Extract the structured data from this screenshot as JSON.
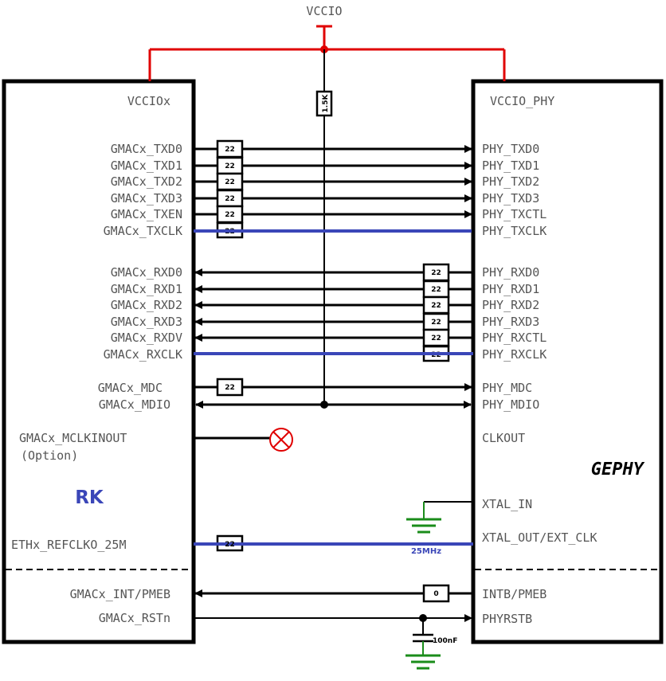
{
  "supply": {
    "label": "VCCIO"
  },
  "rk": {
    "power_label": "VCCIOx",
    "name": "RK",
    "tx_signals": [
      "GMACx_TXD0",
      "GMACx_TXD1",
      "GMACx_TXD2",
      "GMACx_TXD3",
      "GMACx_TXEN",
      "GMACx_TXCLK"
    ],
    "rx_signals": [
      "GMACx_RXD0",
      "GMACx_RXD1",
      "GMACx_RXD2",
      "GMACx_RXD3",
      "GMACx_RXDV",
      "GMACx_RXCLK"
    ],
    "mdc": "GMACx_MDC",
    "mdio": "GMACx_MDIO",
    "mclk": "GMACx_MCLKINOUT",
    "mclk_note": "(Option)",
    "refclk": "ETHx_REFCLKO_25M",
    "int": "GMACx_INT/PMEB",
    "rst": "GMACx_RSTn"
  },
  "phy": {
    "power_label": "VCCIO_PHY",
    "name": "GEPHY",
    "tx_signals": [
      "PHY_TXD0",
      "PHY_TXD1",
      "PHY_TXD2",
      "PHY_TXD3",
      "PHY_TXCTL",
      "PHY_TXCLK"
    ],
    "rx_signals": [
      "PHY_RXD0",
      "PHY_RXD1",
      "PHY_RXD2",
      "PHY_RXD3",
      "PHY_RXCTL",
      "PHY_RXCLK"
    ],
    "mdc": "PHY_MDC",
    "mdio": "PHY_MDIO",
    "clkout": "CLKOUT",
    "xtal_in": "XTAL_IN",
    "xtal_out": "XTAL_OUT/EXT_CLK",
    "intb": "INTB/PMEB",
    "rst": "PHYRSTB"
  },
  "components": {
    "series_resistor": "22",
    "pullup_resistor": "1.5K",
    "int_resistor": "0",
    "capacitor": "100nF",
    "clock_freq": "25MHz"
  },
  "colors": {
    "power": "#e00000",
    "clock": "#3a46b8",
    "wire": "#000000",
    "ground": "#1a8c1a",
    "rk_name": "#3a46b8",
    "nc_mark": "#e00000"
  }
}
